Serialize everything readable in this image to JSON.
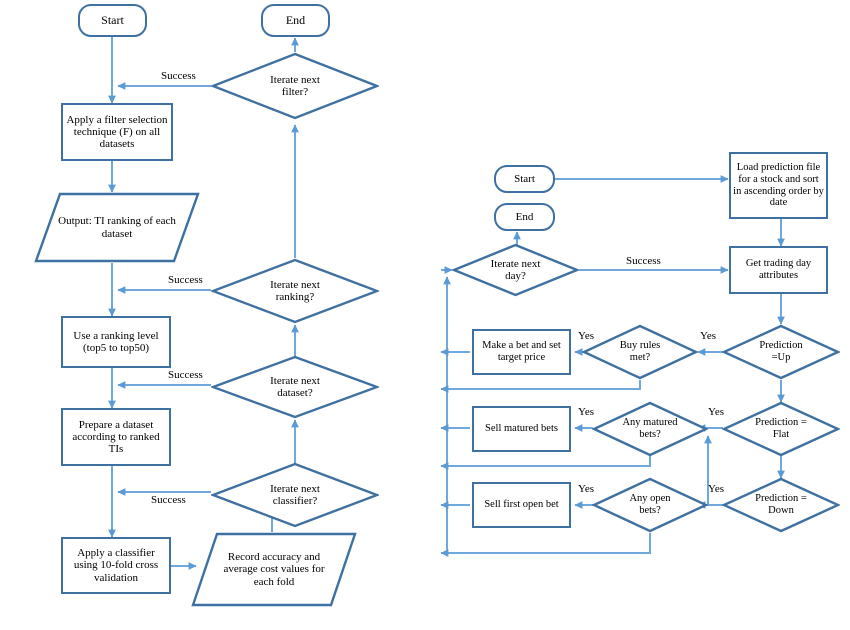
{
  "figure": {
    "title": "Two process flowcharts: feature-selection experiment pipeline and stock trading simulation",
    "colors": {
      "shape_border": "#3E71A1",
      "connector": "#6FA8DC",
      "arrow": "#5B9BD5",
      "text": "#000000",
      "background": "#FFFFFF"
    }
  },
  "left_flowchart": {
    "name": "feature-selection-experiment-flowchart",
    "nodes": {
      "start": "Start",
      "end": "End",
      "apply_filter": "Apply a filter selection technique (F) on all datasets",
      "output_ranking": "Output: TI ranking of each dataset",
      "ranking_level": "Use a ranking level (top5 to top50)",
      "prepare_dataset": "Prepare a dataset according to ranked TIs",
      "apply_classifier": "Apply a classifier using 10-fold cross validation",
      "record_accuracy": "Record accuracy and average cost values for each fold",
      "iterate_filter": "Iterate next filter?",
      "iterate_ranking": "Iterate next ranking?",
      "iterate_dataset": "Iterate next dataset?",
      "iterate_classifier": "Iterate next classifier?"
    },
    "edge_labels": {
      "filter_success": "Success",
      "ranking_success": "Success",
      "dataset_success": "Success",
      "classifier_success": "Success"
    }
  },
  "right_flowchart": {
    "name": "stock-trading-simulation-flowchart",
    "nodes": {
      "start": "Start",
      "end": "End",
      "load_prediction": "Load prediction file for a stock and sort in ascending order by date",
      "get_attributes": "Get trading day attributes",
      "iterate_day": "Iterate next day?",
      "prediction_up": "Prediction =Up",
      "prediction_flat": "Prediction = Flat",
      "prediction_down": "Prediction = Down",
      "buy_rules": "Buy rules met?",
      "any_matured": "Any matured bets?",
      "any_open": "Any open bets?",
      "make_bet": "Make a bet and set target price",
      "sell_matured": "Sell matured bets",
      "sell_first_open": "Sell first open bet"
    },
    "edge_labels": {
      "day_success": "Success",
      "up_yes": "Yes",
      "buy_rules_yes": "Yes",
      "flat_yes": "Yes",
      "matured_yes": "Yes",
      "down_yes": "Yes",
      "open_yes": "Yes"
    }
  }
}
